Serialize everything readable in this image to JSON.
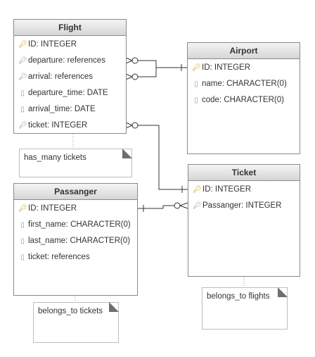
{
  "entities": {
    "flight": {
      "title": "Flight",
      "attributes": [
        {
          "label": "ID: INTEGER",
          "icon": "key-icon"
        },
        {
          "label": "departure: references",
          "icon": "reference-icon"
        },
        {
          "label": "arrival: references",
          "icon": "reference-icon"
        },
        {
          "label": "departure_time: DATE",
          "icon": "column-icon"
        },
        {
          "label": "arrival_time: DATE",
          "icon": "column-icon"
        },
        {
          "label": "ticket: INTEGER",
          "icon": "reference-icon"
        }
      ]
    },
    "airport": {
      "title": "Airport",
      "attributes": [
        {
          "label": "ID: INTEGER",
          "icon": "key-icon"
        },
        {
          "label": "name: CHARACTER(0)",
          "icon": "column-icon"
        },
        {
          "label": "code: CHARACTER(0)",
          "icon": "column-icon"
        }
      ]
    },
    "ticket": {
      "title": "Ticket",
      "attributes": [
        {
          "label": "ID: INTEGER",
          "icon": "key-icon"
        },
        {
          "label": "Passanger: INTEGER",
          "icon": "reference-icon"
        }
      ]
    },
    "passanger": {
      "title": "Passanger",
      "attributes": [
        {
          "label": "ID: INTEGER",
          "icon": "key-icon"
        },
        {
          "label": "first_name: CHARACTER(0)",
          "icon": "column-icon"
        },
        {
          "label": "last_name: CHARACTER(0)",
          "icon": "column-icon"
        },
        {
          "label": "ticket: references",
          "icon": "column-icon"
        }
      ]
    }
  },
  "notes": {
    "flight": "has_many tickets",
    "ticket": "belongs_to flights",
    "passanger": "belongs_to tickets"
  },
  "colors": {
    "border": "#8a8a8a",
    "line": "#333333",
    "key_icon": "#d4a017",
    "reference_icon": "#9a9a9a",
    "column_icon": "#6fa0d8"
  }
}
